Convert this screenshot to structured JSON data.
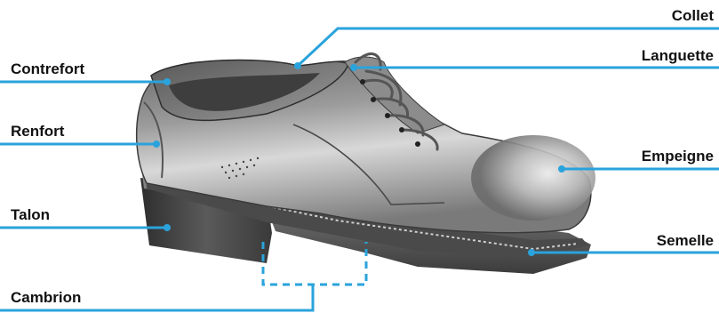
{
  "colors": {
    "accent": "#2aa3dc",
    "label": "#111111"
  },
  "labels": {
    "collet": "Collet",
    "languette": "Languette",
    "contrefort": "Contrefort",
    "renfort": "Renfort",
    "empeigne": "Empeigne",
    "talon": "Talon",
    "semelle": "Semelle",
    "cambrion": "Cambrion"
  }
}
